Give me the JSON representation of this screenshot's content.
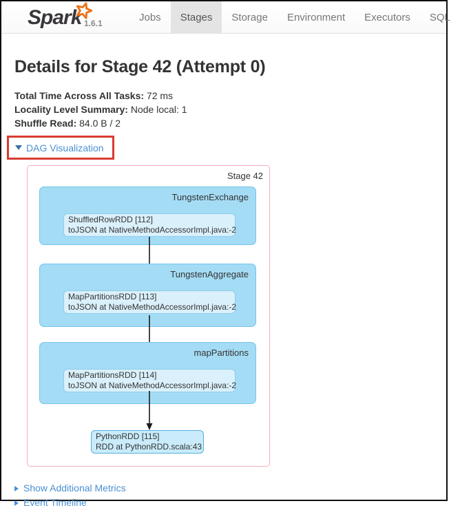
{
  "navbar": {
    "logo_text": "Spark",
    "version": "1.6.1",
    "tabs": [
      {
        "label": "Jobs",
        "active": false
      },
      {
        "label": "Stages",
        "active": true
      },
      {
        "label": "Storage",
        "active": false
      },
      {
        "label": "Environment",
        "active": false
      },
      {
        "label": "Executors",
        "active": false
      },
      {
        "label": "SQL",
        "active": false
      }
    ]
  },
  "page": {
    "title": "Details for Stage 42 (Attempt 0)",
    "summary": [
      {
        "label": "Total Time Across All Tasks:",
        "value": "72 ms"
      },
      {
        "label": "Locality Level Summary:",
        "value": "Node local: 1"
      },
      {
        "label": "Shuffle Read:",
        "value": "84.0 B / 2"
      }
    ],
    "dag_toggle_label": "DAG Visualization",
    "footer_links": [
      {
        "label": "Show Additional Metrics"
      },
      {
        "label": "Event Timeline"
      }
    ]
  },
  "dag": {
    "stage_label": "Stage 42",
    "clusters": [
      {
        "label": "TungstenExchange",
        "node_line1": "ShuffledRowRDD [112]",
        "node_line2": "toJSON at NativeMethodAccessorImpl.java:-2"
      },
      {
        "label": "TungstenAggregate",
        "node_line1": "MapPartitionsRDD [113]",
        "node_line2": "toJSON at NativeMethodAccessorImpl.java:-2"
      },
      {
        "label": "mapPartitions",
        "node_line1": "MapPartitionsRDD [114]",
        "node_line2": "toJSON at NativeMethodAccessorImpl.java:-2"
      }
    ],
    "output_node": {
      "line1": "PythonRDD [115]",
      "line2": "RDD at PythonRDD.scala:43"
    }
  },
  "colors": {
    "link_blue": "#4a90d2",
    "annotation_red": "#d93a31",
    "cluster_fill": "#a4dcf5",
    "cluster_border": "#74c4ec",
    "node_fill": "#daf0fb",
    "node_border": "#8ecdeb",
    "output_node_fill": "#c9ebfa",
    "output_node_border": "#55afdc",
    "stage_box_border": "#f6acb8",
    "logo_star_orange": "#ee7118",
    "active_tab_bg": "#e4e4e4"
  }
}
